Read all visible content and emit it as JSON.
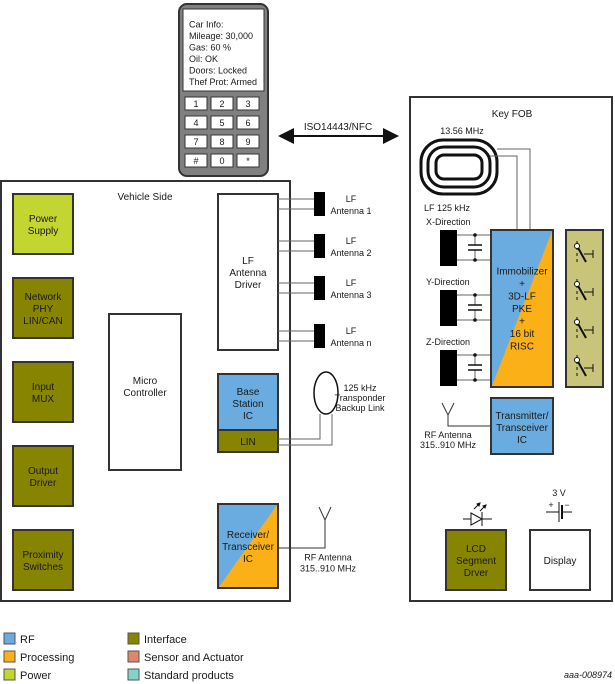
{
  "colors": {
    "rf": "#6aace0",
    "processing": "#fbb017",
    "power": "#c3d530",
    "interface": "#868400",
    "sensor": "#e0866a",
    "standard": "#86d2c8",
    "switch_panel": "#c8c47a",
    "phone_body": "#808080"
  },
  "phone": {
    "screen_lines": [
      "Car Info:",
      "Mileage: 30,000",
      "Gas: 60 %",
      "Oil: OK",
      "Doors: Locked",
      "Thef Prot: Armed"
    ],
    "keys": [
      "1",
      "2",
      "3",
      "4",
      "5",
      "6",
      "7",
      "8",
      "9",
      "#",
      "0",
      "*"
    ]
  },
  "link": {
    "label": "ISO14443/NFC"
  },
  "vehicle": {
    "title": "Vehicle Side",
    "left_blocks": [
      {
        "lines": [
          "Power",
          "Supply"
        ],
        "category": "power"
      },
      {
        "lines": [
          "Network",
          "PHY",
          "LIN/CAN"
        ],
        "category": "interface"
      },
      {
        "lines": [
          "Input",
          "MUX"
        ],
        "category": "interface"
      },
      {
        "lines": [
          "Output",
          "Driver"
        ],
        "category": "interface"
      },
      {
        "lines": [
          "Proximity",
          "Switches"
        ],
        "category": "interface"
      }
    ],
    "micro": {
      "lines": [
        "Micro",
        "Controller"
      ]
    },
    "lf_driver": {
      "lines": [
        "LF",
        "Antenna",
        "Driver"
      ]
    },
    "lf_antennas": [
      {
        "line1": "LF",
        "line2": "Antenna 1"
      },
      {
        "line1": "LF",
        "line2": "Antenna 2"
      },
      {
        "line1": "LF",
        "line2": "Antenna 3"
      },
      {
        "line1": "LF",
        "line2": "Antenna n"
      }
    ],
    "base_station": {
      "lines": [
        "Base",
        "Station",
        "IC"
      ],
      "lin_label": "LIN"
    },
    "backup_link": {
      "lines": [
        "125 kHz",
        "Transponder",
        "Backup Link"
      ]
    },
    "receiver": {
      "lines": [
        "Receiver/",
        "Transceiver",
        "IC"
      ]
    },
    "rf_antenna": {
      "lines": [
        "RF Antenna",
        "315..910 MHz"
      ]
    }
  },
  "fob": {
    "title": "Key FOB",
    "nfc_freq": "13.56 MHz",
    "lf_freq": "LF 125 kHz",
    "directions": [
      "X-Direction",
      "Y-Direction",
      "Z-Direction"
    ],
    "immobilizer": {
      "lines": [
        "Immobilizer",
        "+",
        "3D-LF",
        "PKE",
        "+",
        "16 bit",
        "RISC"
      ]
    },
    "transmitter": {
      "lines": [
        "Transmitter/",
        "Transceiver",
        "IC"
      ]
    },
    "rf_antenna": {
      "lines": [
        "RF Antenna",
        "315..910 MHz"
      ]
    },
    "lcd_driver": {
      "lines": [
        "LCD",
        "Segment",
        "Drver"
      ]
    },
    "display": {
      "label": "Display"
    },
    "battery": {
      "label": "3 V",
      "plus": "+",
      "minus": "−"
    }
  },
  "legend": [
    {
      "label": "RF",
      "category": "rf"
    },
    {
      "label": "Processing",
      "category": "processing"
    },
    {
      "label": "Power",
      "category": "power"
    },
    {
      "label": "Interface",
      "category": "interface"
    },
    {
      "label": "Sensor and Actuator",
      "category": "sensor"
    },
    {
      "label": "Standard products",
      "category": "standard"
    }
  ],
  "reference_id": "aaa-008974"
}
